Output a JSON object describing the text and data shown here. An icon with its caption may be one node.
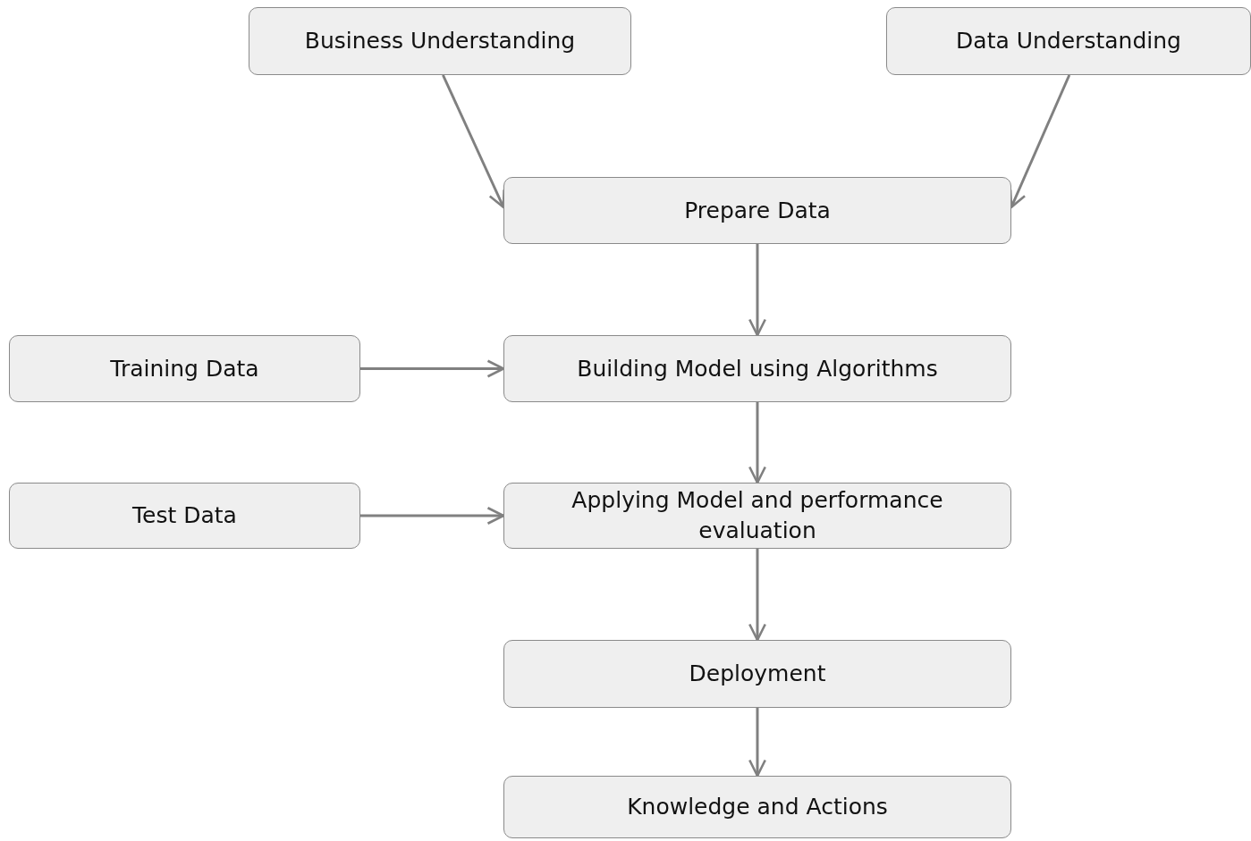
{
  "diagram": {
    "nodes": [
      {
        "text": [
          "Business Understanding"
        ]
      },
      {
        "text": [
          "Data Understanding"
        ]
      },
      {
        "text": [
          "Prepare Data"
        ]
      },
      {
        "text": [
          "Training Data"
        ]
      },
      {
        "text": [
          "Building Model using Algorithms"
        ]
      },
      {
        "text": [
          "Test Data"
        ]
      },
      {
        "text": [
          "Applying Model and performance evaluation"
        ]
      },
      {
        "text": [
          "Deployment"
        ]
      },
      {
        "text": [
          "Knowledge and Actions"
        ]
      }
    ],
    "edges": [
      {
        "from": 0,
        "to": 2,
        "arrow": "to"
      },
      {
        "from": 1,
        "to": 2,
        "arrow": "to"
      },
      {
        "from": 2,
        "to": 4,
        "arrow": "to"
      },
      {
        "from": 3,
        "to": 4,
        "arrow": "to"
      },
      {
        "from": 4,
        "to": 6,
        "arrow": "to"
      },
      {
        "from": 5,
        "to": 6,
        "arrow": "to"
      },
      {
        "from": 6,
        "to": 7,
        "arrow": "to"
      },
      {
        "from": 7,
        "to": 8,
        "arrow": "to"
      }
    ]
  }
}
